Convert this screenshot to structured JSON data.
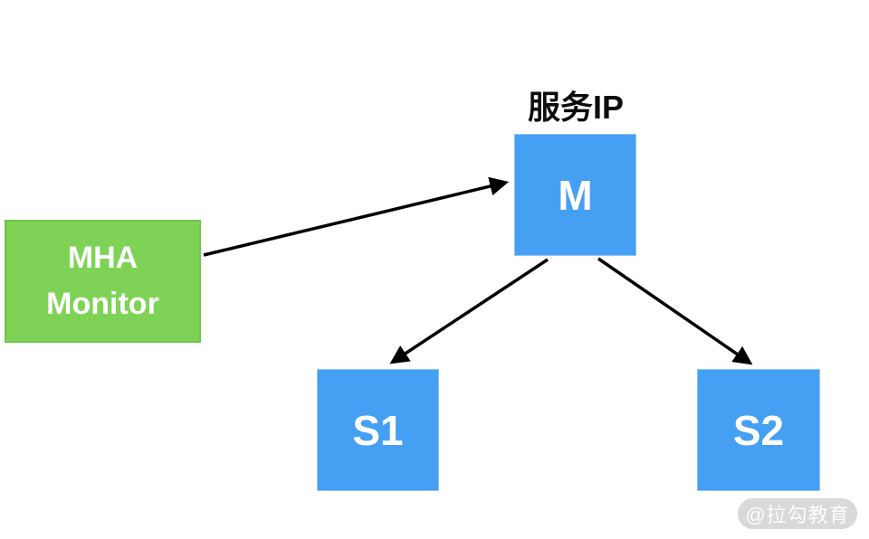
{
  "diagram": {
    "title": "服务IP",
    "nodes": {
      "monitor": {
        "label": "MHA Monitor",
        "color": "#7ED356"
      },
      "master": {
        "label": "M",
        "color": "#45A0F3"
      },
      "slave1": {
        "label": "S1",
        "color": "#45A0F3"
      },
      "slave2": {
        "label": "S2",
        "color": "#45A0F3"
      }
    },
    "edges": [
      {
        "from": "MHA Monitor",
        "to": "M"
      },
      {
        "from": "M",
        "to": "S1"
      },
      {
        "from": "M",
        "to": "S2"
      }
    ],
    "colors": {
      "node_blue": "#45A0F3",
      "node_green": "#7ED356",
      "arrow": "#000000",
      "background": "#FFFFFF"
    }
  },
  "watermark": {
    "text": "@拉勾教育"
  }
}
